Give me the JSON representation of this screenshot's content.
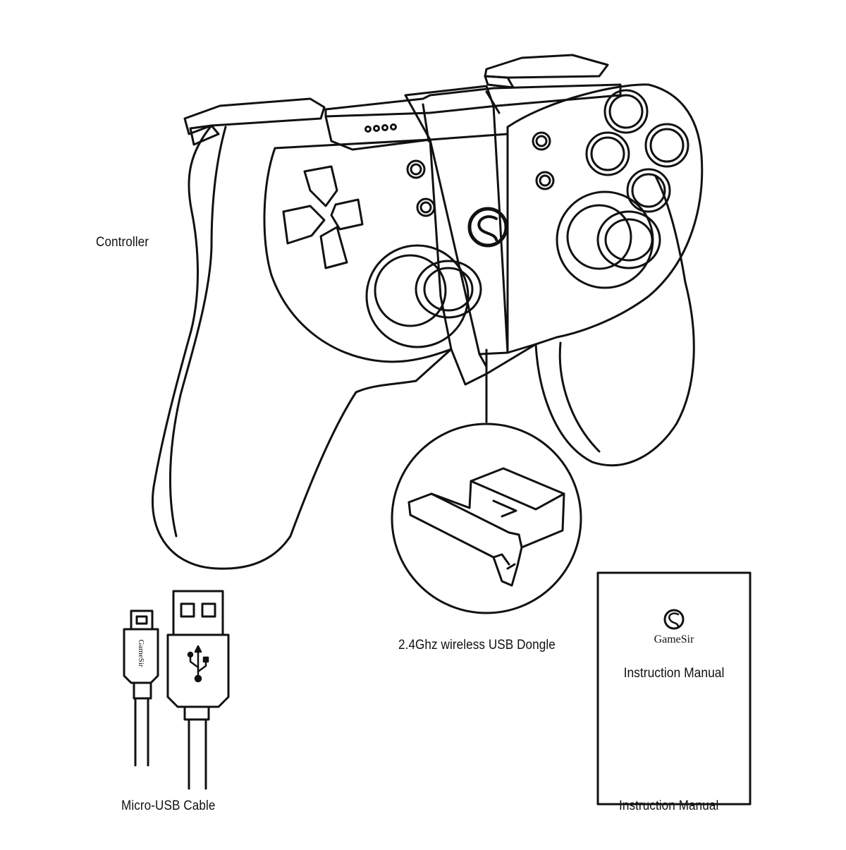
{
  "labels": {
    "controller": "Controller",
    "dongle": "2.4Ghz wireless USB Dongle",
    "cable": "Micro-USB Cable",
    "manual": "Instruction Manual"
  },
  "manual_cover": {
    "brand": "GameSir",
    "title": "Instruction Manual"
  },
  "cable_brand": "GameSir",
  "colors": {
    "ink": "#111111",
    "background": "#ffffff"
  },
  "icons": [
    "gamesir-logo-icon",
    "usb-symbol-icon"
  ]
}
